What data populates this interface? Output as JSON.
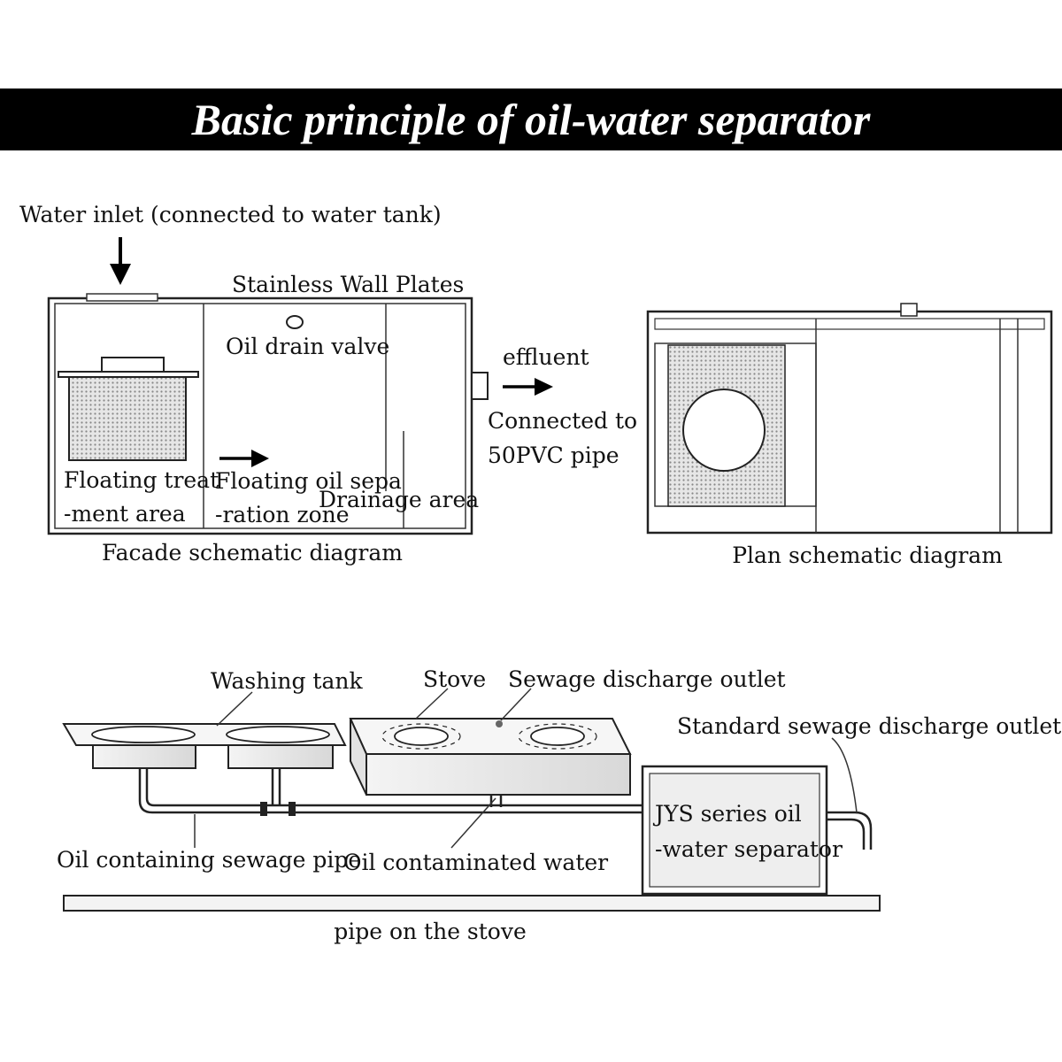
{
  "title": "Basic principle of oil-water separator",
  "facade": {
    "water_inlet": "Water inlet (connected to water tank)",
    "wall_plates": "Stainless Wall Plates",
    "oil_drain_valve": "Oil drain valve",
    "floating_treat_1": "Floating treat",
    "floating_treat_2": "-ment area",
    "floating_oil_1": "Floating oil sepa",
    "floating_oil_2": "-ration zone",
    "drainage_area": "Drainage area",
    "effluent": "effluent",
    "connected_1": "Connected to",
    "connected_2": "50PVC pipe",
    "caption": "Facade schematic diagram"
  },
  "plan": {
    "caption": "Plan schematic diagram"
  },
  "install": {
    "washing_tank": "Washing tank",
    "stove": "Stove",
    "sewage_outlet": "Sewage discharge outlet",
    "standard_outlet": "Standard sewage discharge outlet",
    "separator_1": "JYS series oil",
    "separator_2": "-water separator",
    "sewage_pipe": "Oil containing sewage pipe",
    "contaminated_water": "Oil contaminated water",
    "pipe_on_stove": "pipe on the stove"
  },
  "colors": {
    "banner": "#000000",
    "line": "#222222",
    "mesh": "#c8c8c8"
  }
}
